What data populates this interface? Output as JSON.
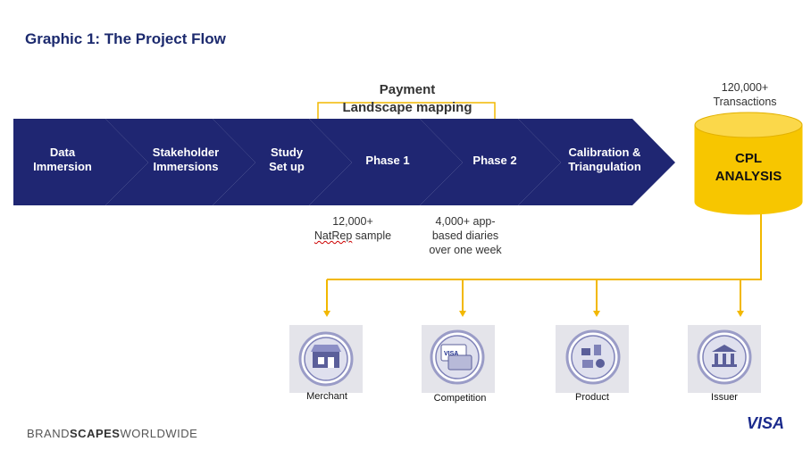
{
  "title": "Graphic 1: The Project Flow",
  "phases": [
    {
      "label": "Data\nImmersion"
    },
    {
      "label": "Stakeholder\nImmersions"
    },
    {
      "label": "Study\nSet up"
    },
    {
      "label": "Phase 1"
    },
    {
      "label": "Phase 2"
    },
    {
      "label": "Calibration &\nTriangulation"
    }
  ],
  "payment_label": "Payment\nLandscape mapping",
  "phase1_note_line1": "12,000+",
  "phase1_note_word": "NatRep",
  "phase1_note_rest": " sample",
  "phase2_note": "4,000+ app-\nbased diaries\nover one week",
  "transactions": "120,000+\nTransactions",
  "cpl": "CPL\nANALYSIS",
  "outputs": [
    {
      "label": "Merchant",
      "icon": "storefront-icon"
    },
    {
      "label": "Competition",
      "icon": "payment-cards-icon"
    },
    {
      "label": "Product",
      "icon": "product-items-icon"
    },
    {
      "label": "Issuer",
      "icon": "bank-icon"
    }
  ],
  "footer": {
    "brand_part1": "BRAND",
    "brand_part2": "SCAPES",
    "brand_part3": "WORLDWIDE",
    "logo": "VISA"
  },
  "colors": {
    "chevron": "#1f2672",
    "accent_gold": "#f2b800",
    "cylinder": "#f7c600",
    "title": "#1c2a6e"
  }
}
